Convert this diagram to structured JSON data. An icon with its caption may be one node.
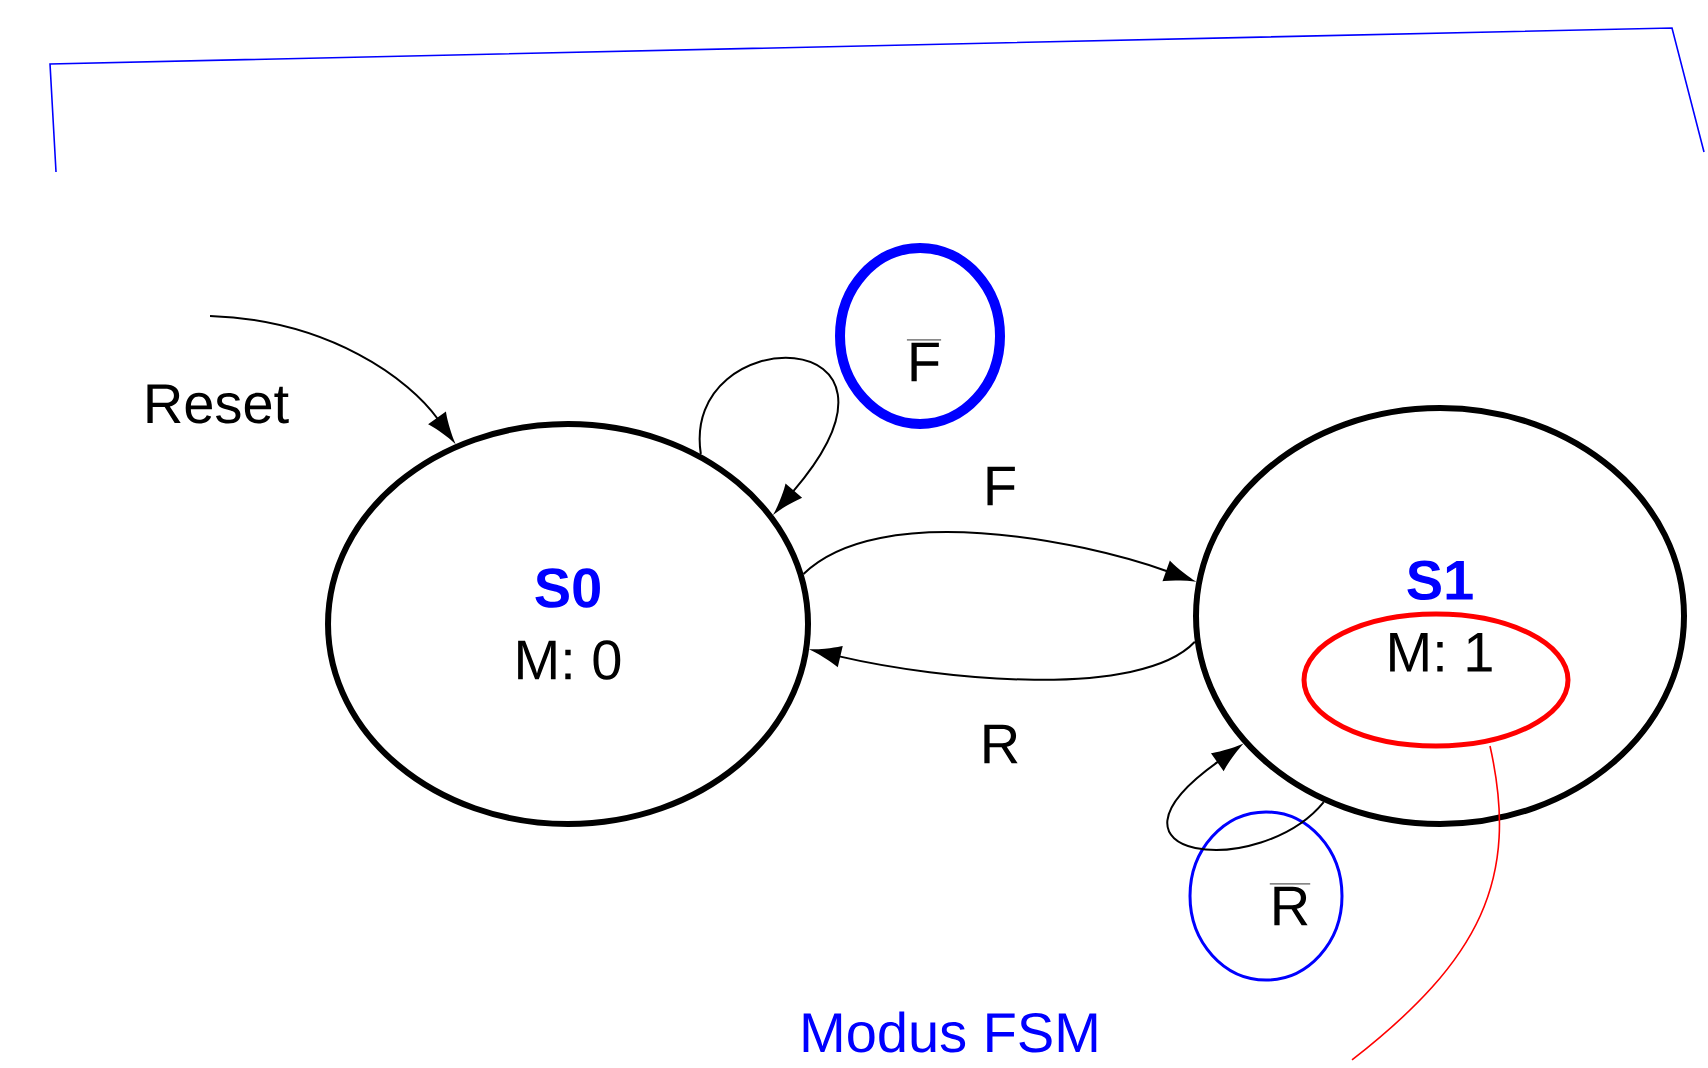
{
  "diagram": {
    "caption": "Modus FSM",
    "nodes": [
      {
        "text": [
          "S0",
          "M: 0"
        ]
      },
      {
        "text": [
          "S1",
          "M: 1"
        ]
      }
    ],
    "edges": [
      {
        "from": null,
        "to": 0,
        "arrow": "to",
        "label": "Reset"
      },
      {
        "from": 0,
        "to": 0,
        "arrow": "to",
        "label": "\\overline{\\mathrm{F}}"
      },
      {
        "from": 0,
        "to": 1,
        "arrow": "to",
        "label": "F"
      },
      {
        "from": 1,
        "to": 0,
        "arrow": "to",
        "label": "R"
      },
      {
        "from": 1,
        "to": 1,
        "arrow": "to",
        "label": "\\overline{\\mathrm{R}}"
      }
    ]
  }
}
